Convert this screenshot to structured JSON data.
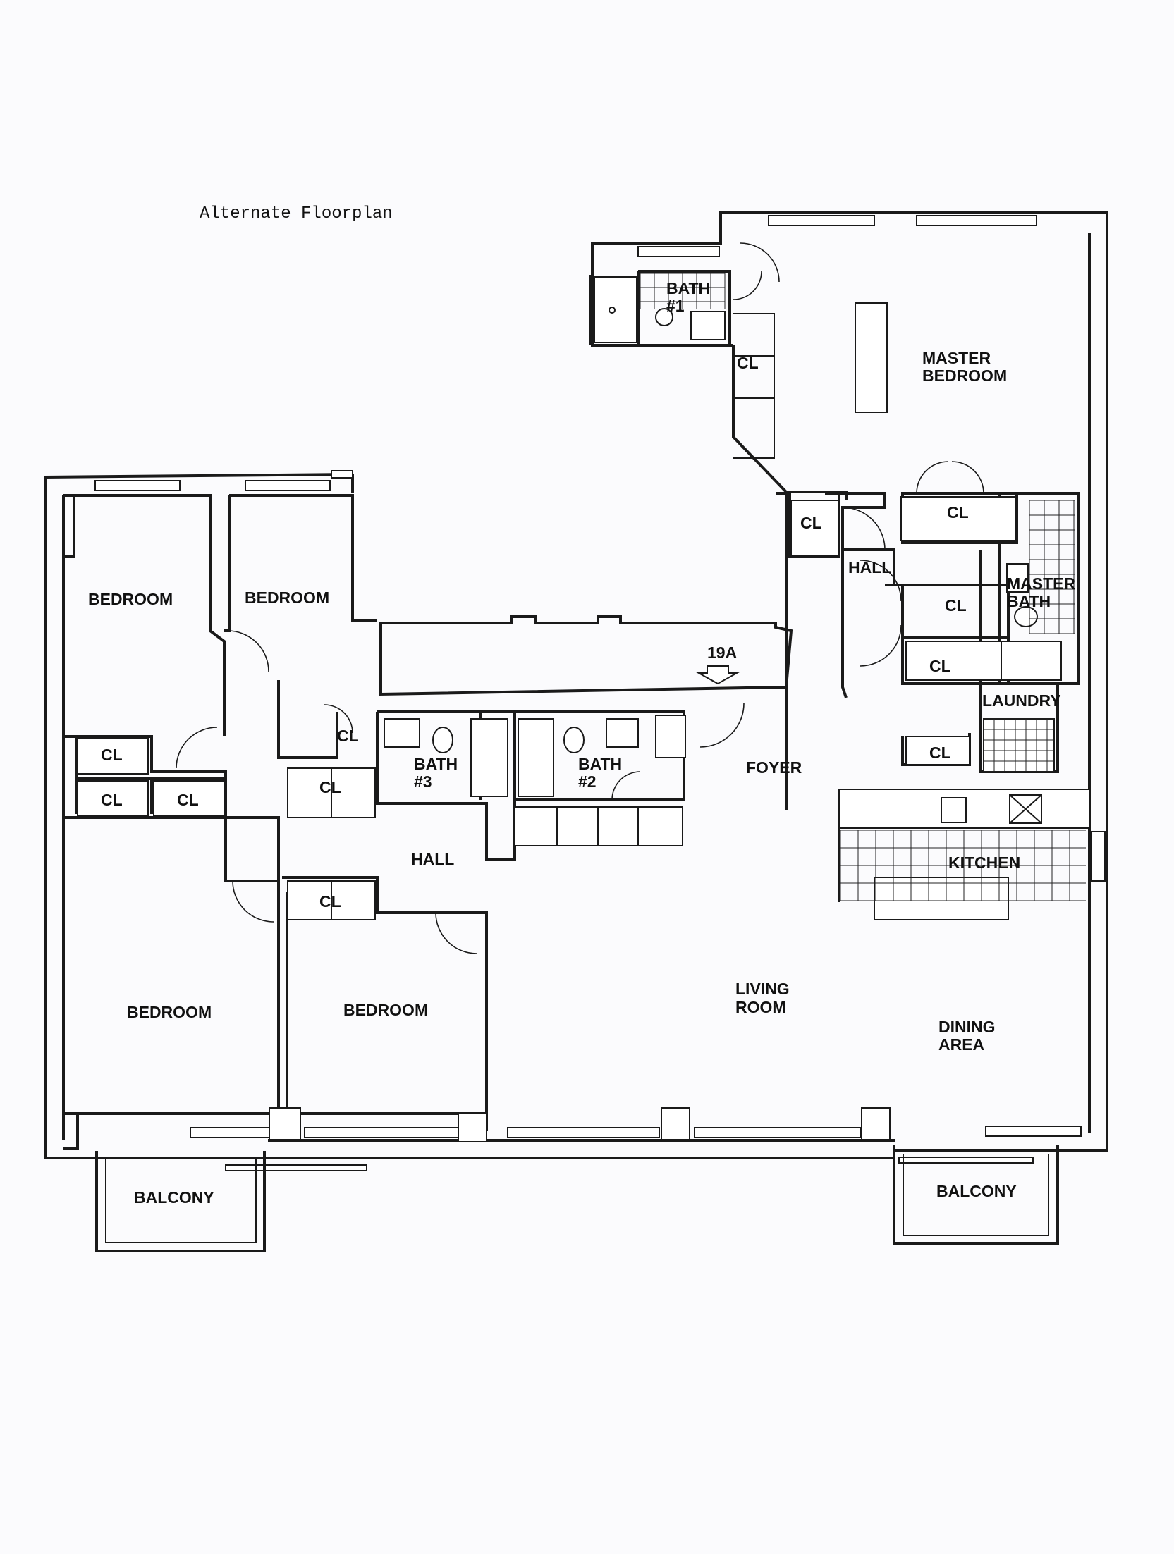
{
  "caption": "Alternate Floorplan",
  "unit_number": "19A",
  "rooms": {
    "bedroom_1": "BEDROOM",
    "bedroom_2": "BEDROOM",
    "bedroom_3": "BEDROOM",
    "bedroom_4": "BEDROOM",
    "master_bedroom": [
      "MASTER",
      "BEDROOM"
    ],
    "master_bath": [
      "MASTER",
      "BATH"
    ],
    "bath_1": [
      "BATH",
      "#1"
    ],
    "bath_2": [
      "BATH",
      "#2"
    ],
    "bath_3": [
      "BATH",
      "#3"
    ],
    "hall_main": "HALL",
    "hall_north": "HALL",
    "foyer": "FOYER",
    "laundry": "LAUNDRY",
    "kitchen": "KITCHEN",
    "living_room": [
      "LIVING",
      "ROOM"
    ],
    "dining_area": [
      "DINING",
      "AREA"
    ],
    "balcony_west": "BALCONY",
    "balcony_east": "BALCONY",
    "closet": "CL"
  }
}
